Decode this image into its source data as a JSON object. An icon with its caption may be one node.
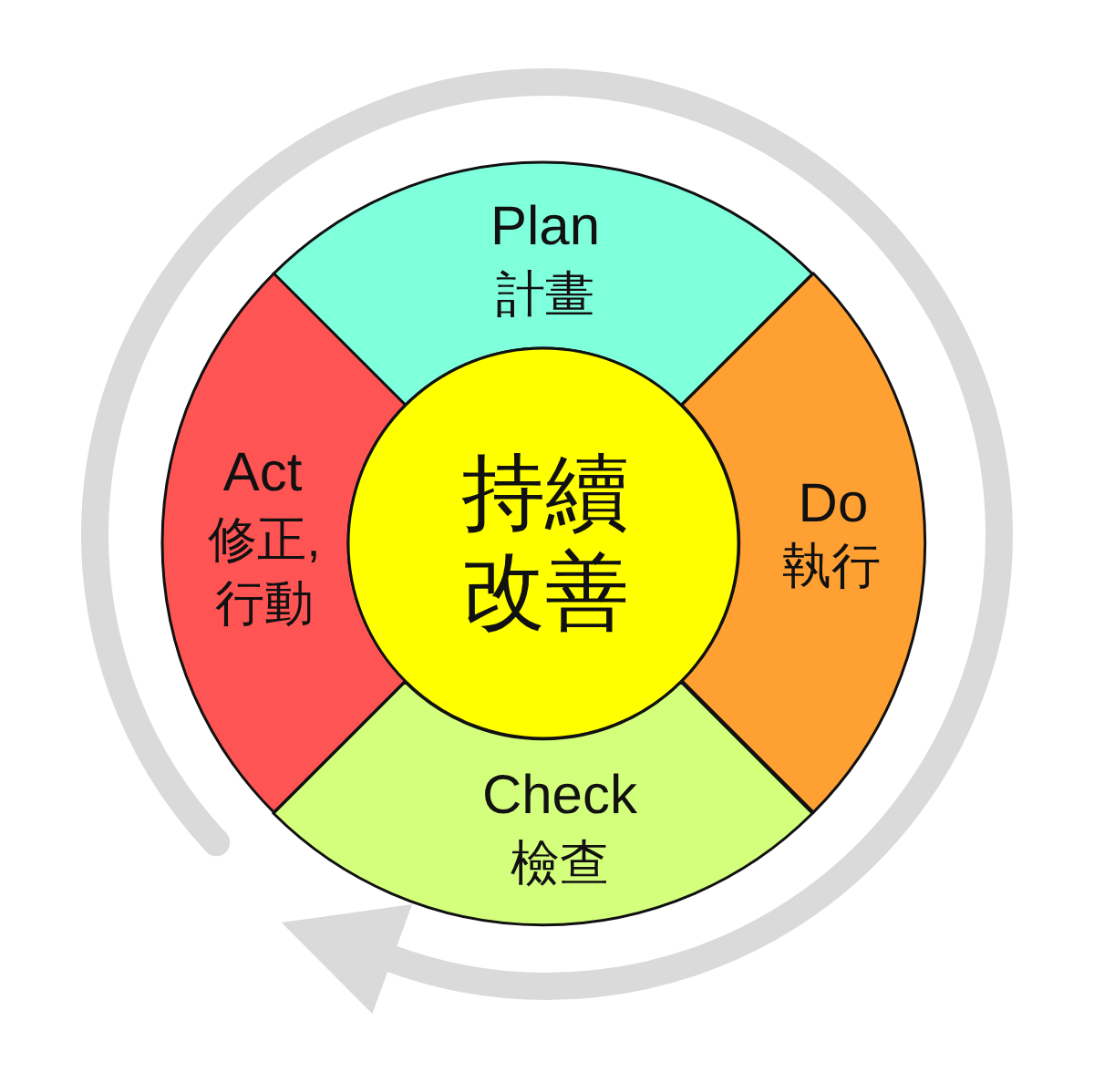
{
  "diagram": {
    "nodes": [
      {
        "text": [
          "Plan",
          "計畫"
        ]
      },
      {
        "text": [
          "Do",
          "執行"
        ]
      },
      {
        "text": [
          "Check",
          "檢查"
        ]
      },
      {
        "text": [
          "Act",
          "修正,行動"
        ]
      },
      {
        "text": [
          "持續改善"
        ]
      }
    ]
  }
}
